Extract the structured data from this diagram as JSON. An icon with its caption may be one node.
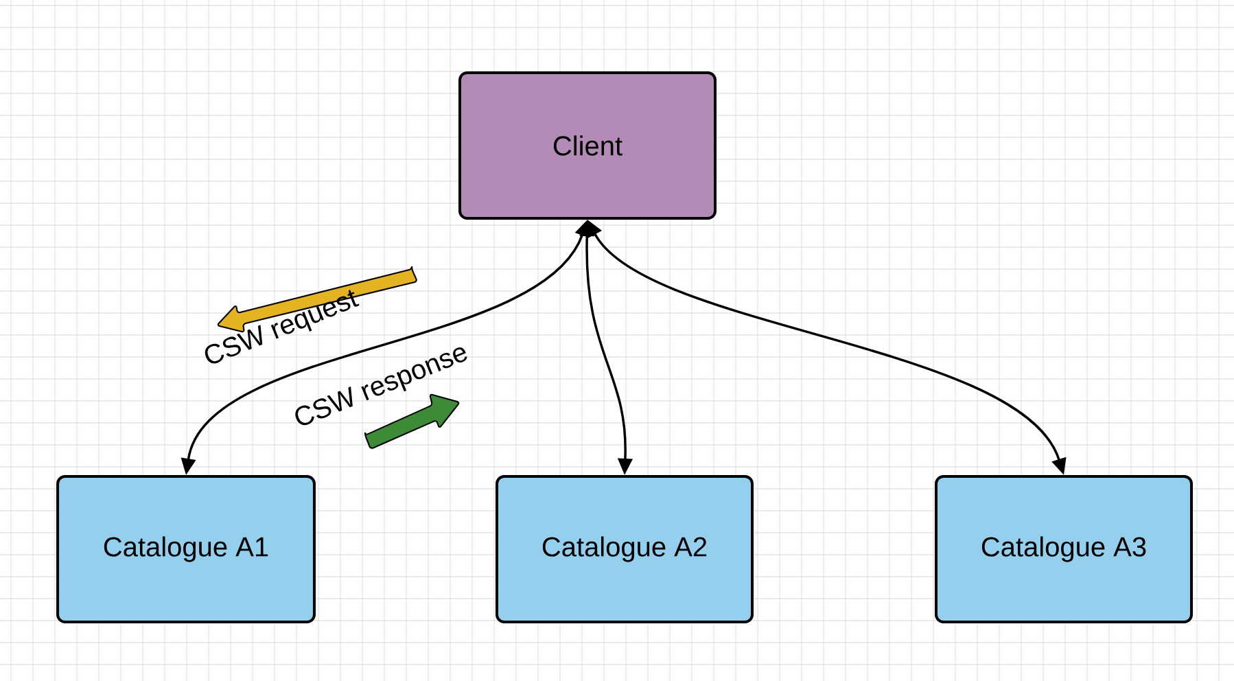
{
  "diagram": {
    "nodes": [
      {
        "text": [
          "Client"
        ]
      },
      {
        "text": [
          "Catalogue A1"
        ]
      },
      {
        "text": [
          "Catalogue A2"
        ]
      },
      {
        "text": [
          "Catalogue A3"
        ]
      }
    ],
    "edges": [
      {
        "from": 0,
        "to": 1,
        "arrow": "both"
      },
      {
        "from": 0,
        "to": 2,
        "arrow": "both"
      },
      {
        "from": 0,
        "to": 3,
        "arrow": "both"
      }
    ],
    "labels": [
      "CSW request",
      "CSW response"
    ]
  }
}
